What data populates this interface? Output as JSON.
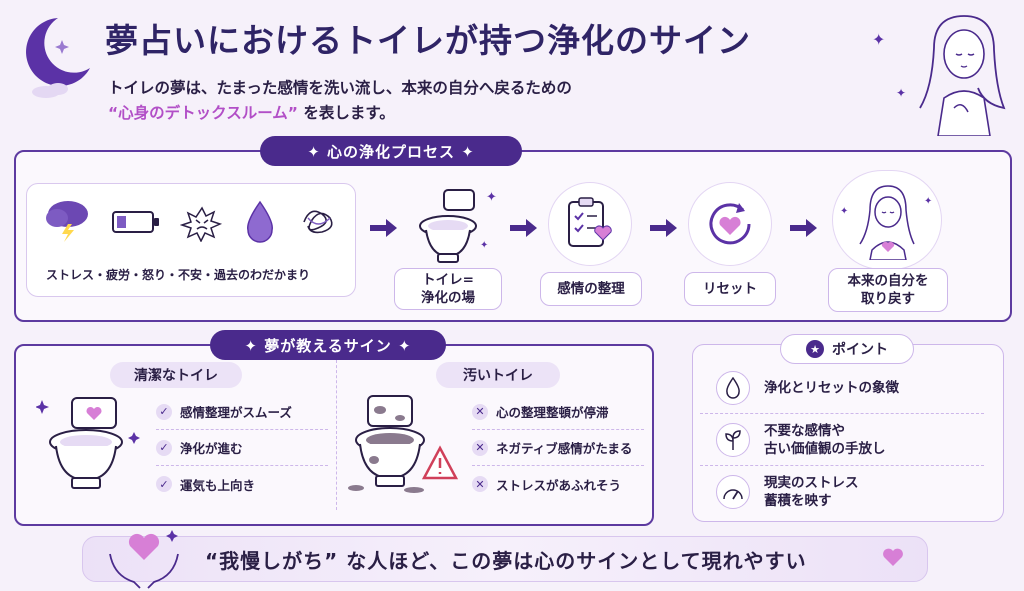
{
  "header": {
    "title": "夢占いにおけるトイレが持つ浄化のサイン",
    "subtitle_line1": "トイレの夢は、たまった感情を洗い流し、本来の自分へ戻るための",
    "subtitle_highlight": "“心身のデトックスルーム”",
    "subtitle_tail": "を表します。"
  },
  "process": {
    "heading": "✦ 心の浄化プロセス ✦",
    "emotions_label": "ストレス・疲労・怒り・不安・過去のわだかまり",
    "steps": [
      {
        "label": "トイレ=\n浄化の場"
      },
      {
        "label": "感情の整理"
      },
      {
        "label": "リセット"
      },
      {
        "label": "本来の自分を\n取り戻す"
      }
    ]
  },
  "signs": {
    "heading": "✦ 夢が教えるサイン ✦",
    "clean": {
      "title": "清潔なトイレ",
      "items": [
        "感情整理がスムーズ",
        "浄化が進む",
        "運気も上向き"
      ]
    },
    "dirty": {
      "title": "汚いトイレ",
      "items": [
        "心の整理整頓が停滞",
        "ネガティブ感情がたまる",
        "ストレスがあふれそう"
      ]
    }
  },
  "points": {
    "heading": "ポイント",
    "items": [
      {
        "line1": "浄化とリセットの象徴",
        "line2": ""
      },
      {
        "line1": "不要な感情や",
        "line2": "古い価値観の手放し"
      },
      {
        "line1": "現実のストレス",
        "line2": "蓄積を映す"
      }
    ]
  },
  "footer": {
    "message": "“我慢しがち” な人ほど、この夢は心のサインとして現れやすい"
  },
  "colors": {
    "primary": "#4a2a8c",
    "accent": "#b24fc7",
    "heart": "#d77fd6",
    "background": "#f6f1fa"
  }
}
